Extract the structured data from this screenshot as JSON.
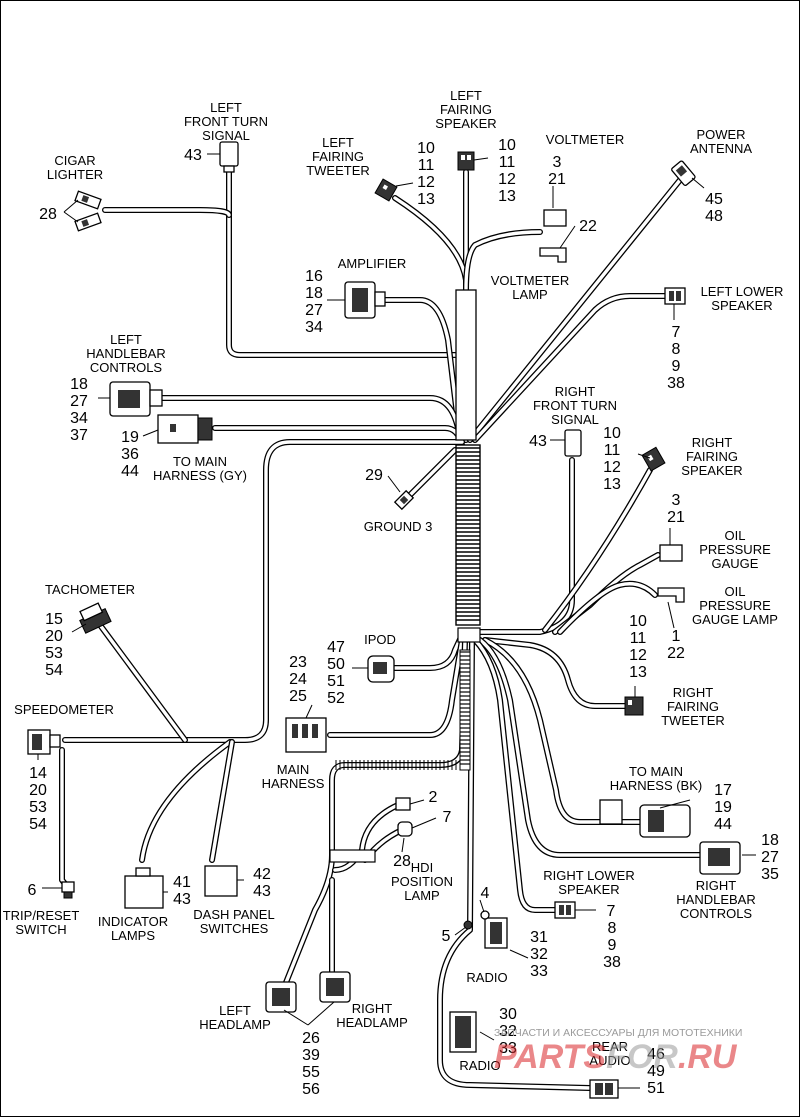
{
  "labels": {
    "left_front_turn_signal": [
      "LEFT",
      "FRONT TURN",
      "SIGNAL"
    ],
    "left_fairing_speaker": [
      "LEFT",
      "FAIRING",
      "SPEAKER"
    ],
    "voltmeter": [
      "VOLTMETER"
    ],
    "power_antenna": [
      "POWER",
      "ANTENNA"
    ],
    "cigar_lighter": [
      "CIGAR",
      "LIGHTER"
    ],
    "left_fairing_tweeter": [
      "LEFT",
      "FAIRING",
      "TWEETER"
    ],
    "amplifier": [
      "AMPLIFIER"
    ],
    "voltmeter_lamp": [
      "VOLTMETER",
      "LAMP"
    ],
    "left_lower_speaker": [
      "LEFT LOWER",
      "SPEAKER"
    ],
    "left_handlebar_controls": [
      "LEFT",
      "HANDLEBAR",
      "CONTROLS"
    ],
    "to_main_harness_gy": [
      "TO MAIN",
      "HARNESS (GY)"
    ],
    "right_front_turn_signal": [
      "RIGHT",
      "FRONT TURN",
      "SIGNAL"
    ],
    "right_fairing_speaker": [
      "RIGHT",
      "FAIRING",
      "SPEAKER"
    ],
    "ground_3": [
      "GROUND 3"
    ],
    "oil_pressure_gauge": [
      "OIL",
      "PRESSURE",
      "GAUGE"
    ],
    "oil_pressure_gauge_lamp": [
      "OIL",
      "PRESSURE",
      "GAUGE LAMP"
    ],
    "tachometer": [
      "TACHOMETER"
    ],
    "ipod": [
      "IPOD"
    ],
    "right_fairing_tweeter": [
      "RIGHT",
      "FAIRING",
      "TWEETER"
    ],
    "speedometer": [
      "SPEEDOMETER"
    ],
    "main_harness": [
      "MAIN",
      "HARNESS"
    ],
    "to_main_harness_bk": [
      "TO MAIN",
      "HARNESS (BK)"
    ],
    "hdi_position_lamp": [
      "HDI",
      "POSITION",
      "LAMP"
    ],
    "right_handlebar_controls": [
      "RIGHT",
      "HANDLEBAR",
      "CONTROLS"
    ],
    "right_lower_speaker": [
      "RIGHT LOWER",
      "SPEAKER"
    ],
    "trip_reset_switch": [
      "TRIP/RESET",
      "SWITCH"
    ],
    "indicator_lamps": [
      "INDICATOR",
      "LAMPS"
    ],
    "dash_panel_switches": [
      "DASH PANEL",
      "SWITCHES"
    ],
    "radio": [
      "RADIO"
    ],
    "left_headlamp": [
      "LEFT",
      "HEADLAMP"
    ],
    "right_headlamp": [
      "RIGHT",
      "HEADLAMP"
    ],
    "rear_audio": [
      "REAR",
      "AUDIO"
    ],
    "radio_lower": [
      "RADIO"
    ]
  },
  "callouts": {
    "c43_turn": [
      "43"
    ],
    "c_left_speaker": [
      "10",
      "11",
      "12",
      "13"
    ],
    "c_left_tweeter": [
      "10",
      "11",
      "12",
      "13"
    ],
    "c_voltmeter": [
      "3",
      "21"
    ],
    "c_voltmeter_lamp": [
      "22"
    ],
    "c_antenna": [
      "45",
      "48"
    ],
    "c_cigar": [
      "28"
    ],
    "c_amplifier": [
      "16",
      "18",
      "27",
      "34"
    ],
    "c_left_lower_speaker": [
      "7",
      "8",
      "9",
      "38"
    ],
    "c_left_handlebar": [
      "18",
      "27",
      "34",
      "37"
    ],
    "c_main_gy": [
      "19",
      "36",
      "44"
    ],
    "c43_right_turn": [
      "43"
    ],
    "c_right_speaker": [
      "10",
      "11",
      "12",
      "13"
    ],
    "c_ground": [
      "29"
    ],
    "c_oil_gauge": [
      "3",
      "21"
    ],
    "c_oil_lamp": [
      "1",
      "22"
    ],
    "c_tach": [
      "15",
      "20",
      "53",
      "54"
    ],
    "c_ipod": [
      "47",
      "50",
      "51",
      "52"
    ],
    "c_right_tweeter": [
      "10",
      "11",
      "12",
      "13"
    ],
    "c_main_harness": [
      "23",
      "24",
      "25"
    ],
    "c_speedo": [
      "14",
      "20",
      "53",
      "54"
    ],
    "c_main_bk": [
      "17",
      "19",
      "44"
    ],
    "c_hdi_2": [
      "2"
    ],
    "c_hdi_7": [
      "7"
    ],
    "c_hdi_28": [
      "28"
    ],
    "c_right_handlebar": [
      "18",
      "27",
      "35"
    ],
    "c_trip": [
      "6"
    ],
    "c_indicator": [
      "41",
      "43"
    ],
    "c_dash": [
      "42",
      "43"
    ],
    "c_radio_4": [
      "4"
    ],
    "c_radio_5": [
      "5"
    ],
    "c_right_lower_7": [
      "7"
    ],
    "c_right_lower": [
      "8",
      "9",
      "38"
    ],
    "c_radio": [
      "31",
      "32",
      "33"
    ],
    "c_headlamp": [
      "26",
      "39",
      "55",
      "56"
    ],
    "c_rear_radio": [
      "30",
      "32",
      "33"
    ],
    "c_rear_audio": [
      "46",
      "49"
    ],
    "c_51": [
      "51"
    ]
  },
  "watermark": {
    "tagline": "ЗАПЧАСТИ И АКСЕССУАРЫ ДЛЯ МОТОТЕХНИКИ",
    "brand_a": "PARTS",
    "brand_b": "FOR",
    "brand_c": ".RU",
    "color_red": "#d9262a",
    "color_grey": "#9a9a9a"
  }
}
